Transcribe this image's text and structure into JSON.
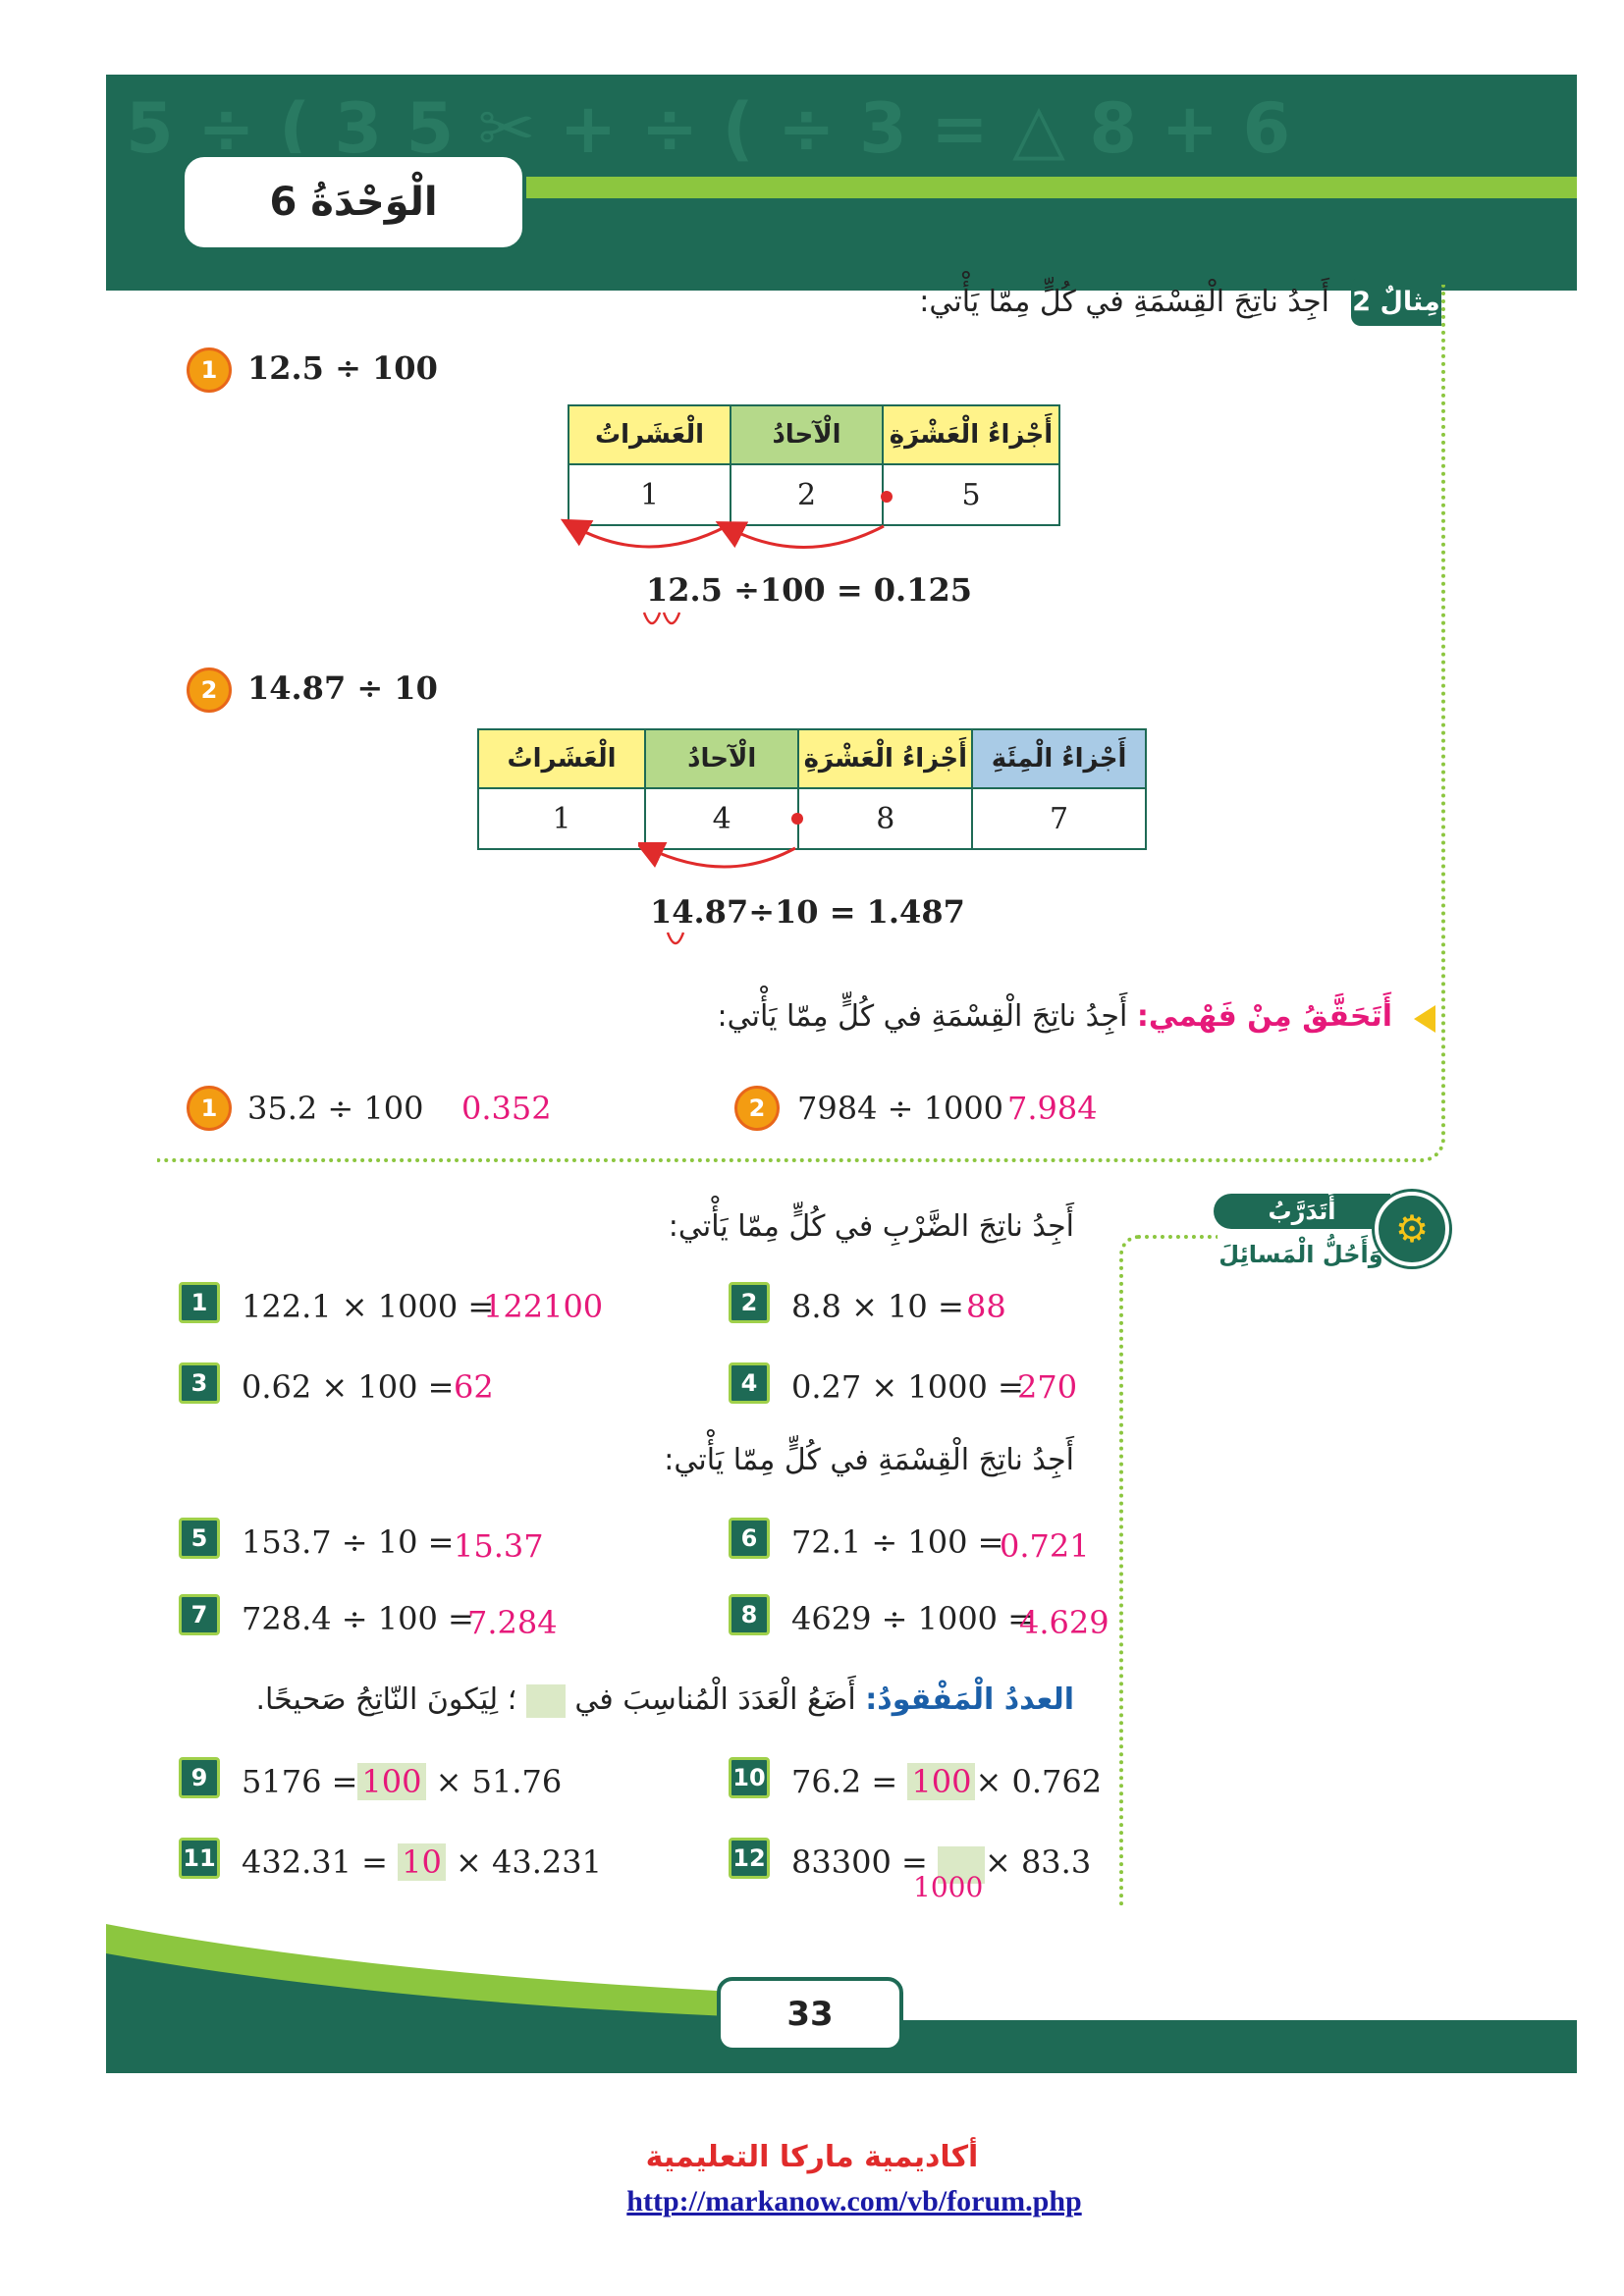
{
  "header": {
    "unit_title": "الْوَحْدَةُ 6",
    "decor": "5 ÷ ( 3 5 ✂ + ÷ ( ÷ 3 = △ 8 + 6"
  },
  "example": {
    "tab_label": "مِثالٌ 2",
    "instruction": "أَجِدُ ناتِجَ الْقِسْمَةِ في كُلٍّ مِمّا يَأْتي:",
    "items": [
      {
        "num": "1",
        "expression": "12.5 ÷ 100",
        "table_headers": [
          "أَجْزاءُ الْعَشْرَةِ",
          "الْآحادُ",
          "الْعَشَراتُ"
        ],
        "table_values": [
          "5",
          "2",
          "1"
        ],
        "result": "12.5 ÷100 = 0.125"
      },
      {
        "num": "2",
        "expression": "14.87 ÷ 10",
        "table_headers": [
          "أَجْزاءُ الْمِئَةِ",
          "أَجْزاءُ الْعَشْرَةِ",
          "الْآحادُ",
          "الْعَشَراتُ"
        ],
        "table_values": [
          "7",
          "8",
          "4",
          "1"
        ],
        "result": "14.87÷10 = 1.487"
      }
    ]
  },
  "check": {
    "label": "أَتَحَقَّقُ مِنْ فَهْمي:",
    "instruction": "أَجِدُ ناتِجَ الْقِسْمَةِ في كُلٍّ مِمّا يَأْتي:",
    "items": [
      {
        "num": "1",
        "expression": "35.2 ÷ 100",
        "answer": "0.352"
      },
      {
        "num": "2",
        "expression": "7984 ÷ 1000",
        "answer": "7.984"
      }
    ]
  },
  "practice": {
    "badge_title": "أَتَدَرَّبُ",
    "badge_subtitle": "وَأَحُلُّ الْمَسائِلَ",
    "multiply_instruction": "أَجِدُ ناتِجَ الضَّرْبِ في كُلٍّ مِمّا يَأْتي:",
    "divide_instruction": "أَجِدُ ناتِجَ الْقِسْمَةِ في كُلٍّ مِمّا يَأْتي:",
    "missing_label": "العددُ الْمَفْقودُ:",
    "missing_instruction": "أَضَعُ الْعَدَدَ الْمُناسِبَ في",
    "missing_instruction_end": "؛ لِيَكونَ النّاتِجُ صَحيحًا.",
    "items": [
      {
        "num": "1",
        "expression": "122.1 × 1000 =",
        "answer": "122100"
      },
      {
        "num": "2",
        "expression": "8.8 × 10 =",
        "answer": "88"
      },
      {
        "num": "3",
        "expression": "0.62 × 100 =",
        "answer": "62"
      },
      {
        "num": "4",
        "expression": "0.27 × 1000 =",
        "answer": "270"
      },
      {
        "num": "5",
        "expression": "153.7 ÷ 10 =",
        "answer": "15.37"
      },
      {
        "num": "6",
        "expression": "72.1 ÷ 100 =",
        "answer": "0.721"
      },
      {
        "num": "7",
        "expression": "728.4 ÷ 100 =",
        "answer": "7.284"
      },
      {
        "num": "8",
        "expression": "4629 ÷ 1000 =",
        "answer": "4.629"
      }
    ],
    "missing_items": [
      {
        "num": "9",
        "left": "5176 =",
        "box": "100",
        "right": "× 51.76"
      },
      {
        "num": "10",
        "left": "76.2 =",
        "box": "100",
        "right": "× 0.762"
      },
      {
        "num": "11",
        "left": "432.31 =",
        "box": "10",
        "right": "× 43.231"
      },
      {
        "num": "12",
        "left": "83300 =",
        "box": "1000",
        "right": "× 83.3"
      }
    ]
  },
  "footer": {
    "page_number": "33",
    "academy": "أكاديمية ماركا التعليمية",
    "link": "http://markanow.com/vb/forum.php"
  }
}
